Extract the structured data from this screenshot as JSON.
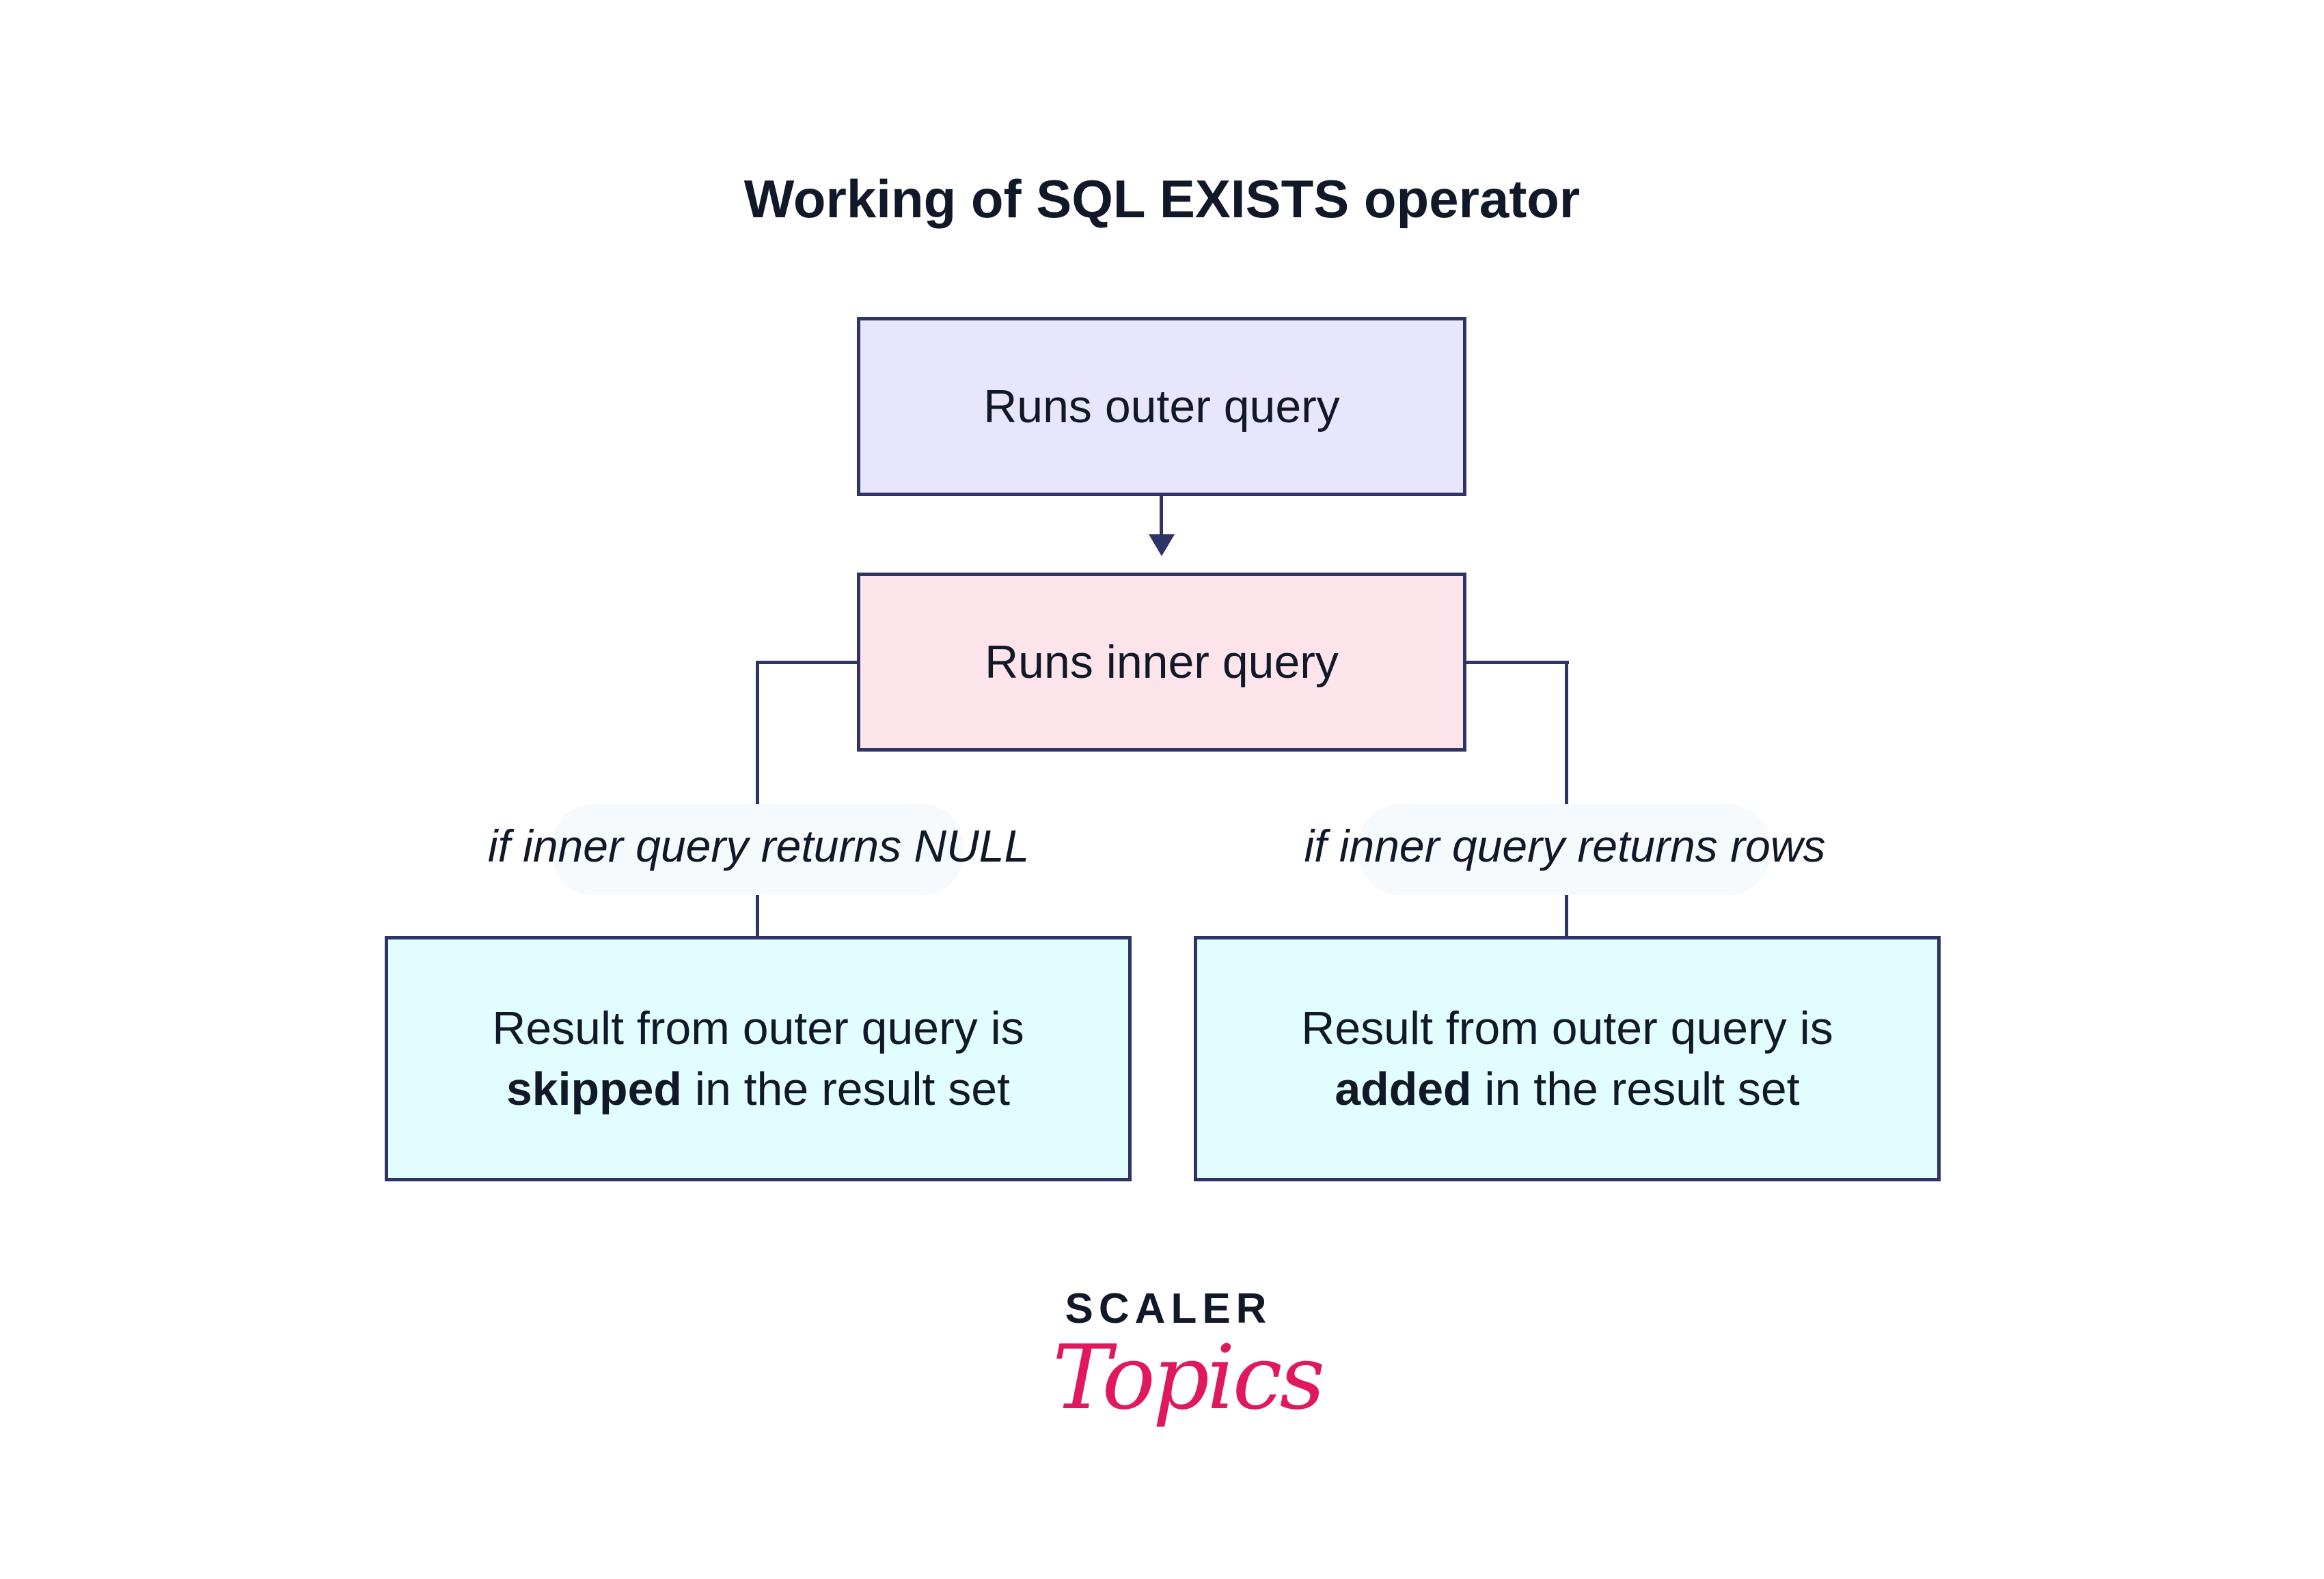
{
  "title": "Working of SQL EXISTS operator",
  "nodes": {
    "outer": {
      "label": "Runs outer query"
    },
    "inner": {
      "label": "Runs inner query"
    },
    "skipped": {
      "line1": "Result from outer query is",
      "emphasis": "skipped",
      "rest": " in the result set"
    },
    "added": {
      "line1": "Result from outer query is",
      "emphasis": "added",
      "rest": " in the result set"
    }
  },
  "edges": {
    "outer_to_inner": {
      "type": "arrow"
    },
    "inner_to_skipped": {
      "label": "if inner query returns NULL"
    },
    "inner_to_added": {
      "label": "if inner query returns rows"
    }
  },
  "logo": {
    "top": "SCALER",
    "bottom": "Topics"
  },
  "colors": {
    "border": "#2e3465",
    "outer_fill": "#e7e6fd",
    "inner_fill": "#fde4ea",
    "result_fill": "#e1fdfe",
    "label_pill": "#f7fafc",
    "brand_pink": "#e0195f"
  }
}
